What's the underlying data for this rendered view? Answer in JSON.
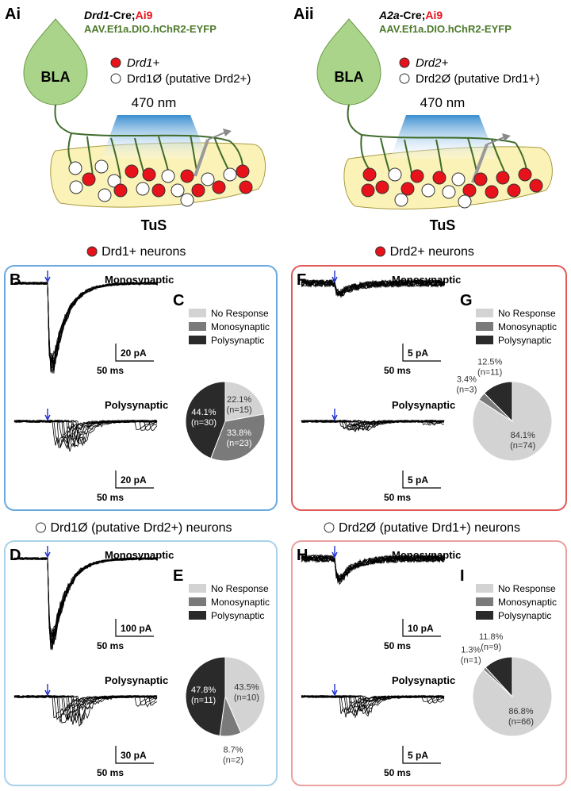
{
  "top": {
    "left": {
      "letter": "Ai",
      "cre": "Drd1",
      "cre_suffix": "-Cre;",
      "reporter": "Ai9",
      "virus": "AAV.Ef1a.DIO.hChR2-EYFP",
      "region": "BLA",
      "legend_pos": "Drd1+",
      "legend_neg": "Drd1Ø (putative Drd2+)",
      "light": "470 nm",
      "target": "TuS"
    },
    "right": {
      "letter": "Aii",
      "cre": "A2a",
      "cre_suffix": "-Cre;",
      "reporter": "Ai9",
      "virus": "AAV.Ef1a.DIO.hChR2-EYFP",
      "region": "BLA",
      "legend_pos": "Drd2+",
      "legend_neg": "Drd2Ø (putative Drd1+)",
      "light": "470 nm",
      "target": "TuS"
    }
  },
  "panels": [
    {
      "title": "Drd1+ neurons",
      "border": "#6aa9e0",
      "trace_letter": "B",
      "pie_letter": "C",
      "mono_label": "Monosynaptic",
      "poly_label": "Polysynaptic",
      "mono_scale": "20 pA",
      "poly_scale": "20 pA",
      "time_scale": "50 ms",
      "legend": [
        "No Response",
        "Monosynaptic",
        "Polysynaptic"
      ],
      "slices": [
        {
          "pct": "22.1%",
          "n": "(n=15)",
          "value": 22.1,
          "color": "#d3d3d3"
        },
        {
          "pct": "33.8%",
          "n": "(n=23)",
          "value": 33.8,
          "color": "#7a7a7a"
        },
        {
          "pct": "44.1%",
          "n": "(n=30)",
          "value": 44.1,
          "color": "#2a2a2a"
        }
      ]
    },
    {
      "title": "Drd2+ neurons",
      "border": "#e05a5a",
      "trace_letter": "F",
      "pie_letter": "G",
      "mono_label": "Monosynaptic",
      "poly_label": "Polysynaptic",
      "mono_scale": "5 pA",
      "poly_scale": "5 pA",
      "time_scale": "50 ms",
      "legend": [
        "No Response",
        "Monosynaptic",
        "Polysynaptic"
      ],
      "slices": [
        {
          "pct": "84.1%",
          "n": "(n=74)",
          "value": 84.1,
          "color": "#d3d3d3"
        },
        {
          "pct": "3.4%",
          "n": "(n=3)",
          "value": 3.4,
          "color": "#7a7a7a"
        },
        {
          "pct": "12.5%",
          "n": "(n=11)",
          "value": 12.5,
          "color": "#2a2a2a"
        }
      ]
    },
    {
      "title": "Drd1Ø (putative Drd2+) neurons",
      "border": "#a9d2ea",
      "trace_letter": "D",
      "pie_letter": "E",
      "mono_label": "Monosynaptic",
      "poly_label": "Polysynaptic",
      "mono_scale": "100 pA",
      "poly_scale": "30 pA",
      "time_scale": "50 ms",
      "legend": [
        "No Response",
        "Monosynaptic",
        "Polysynaptic"
      ],
      "slices": [
        {
          "pct": "43.5%",
          "n": "(n=10)",
          "value": 43.5,
          "color": "#d3d3d3"
        },
        {
          "pct": "8.7%",
          "n": "(n=2)",
          "value": 8.7,
          "color": "#7a7a7a"
        },
        {
          "pct": "47.8%",
          "n": "(n=11)",
          "value": 47.8,
          "color": "#2a2a2a"
        }
      ]
    },
    {
      "title": "Drd2Ø (putative Drd1+) neurons",
      "border": "#eaa0a0",
      "trace_letter": "H",
      "pie_letter": "I",
      "mono_label": "Monosynaptic",
      "poly_label": "Polysynaptic",
      "mono_scale": "10 pA",
      "poly_scale": "5 pA",
      "time_scale": "50 ms",
      "legend": [
        "No Response",
        "Monosynaptic",
        "Polysynaptic"
      ],
      "slices": [
        {
          "pct": "86.8%",
          "n": "(n=66)",
          "value": 86.8,
          "color": "#d3d3d3"
        },
        {
          "pct": "1.3%",
          "n": "(n=1)",
          "value": 1.3,
          "color": "#7a7a7a"
        },
        {
          "pct": "11.8%",
          "n": "(n=9)",
          "value": 11.8,
          "color": "#2a2a2a"
        }
      ]
    }
  ],
  "colors": {
    "tdtomato": "#e8121b",
    "virus_green": "#4d7a2b",
    "bla_fill": "#a9d48a",
    "tus_fill": "#fbf2b8",
    "axon": "#3f6b2a",
    "arrow_blue": "#1f2fd0"
  }
}
